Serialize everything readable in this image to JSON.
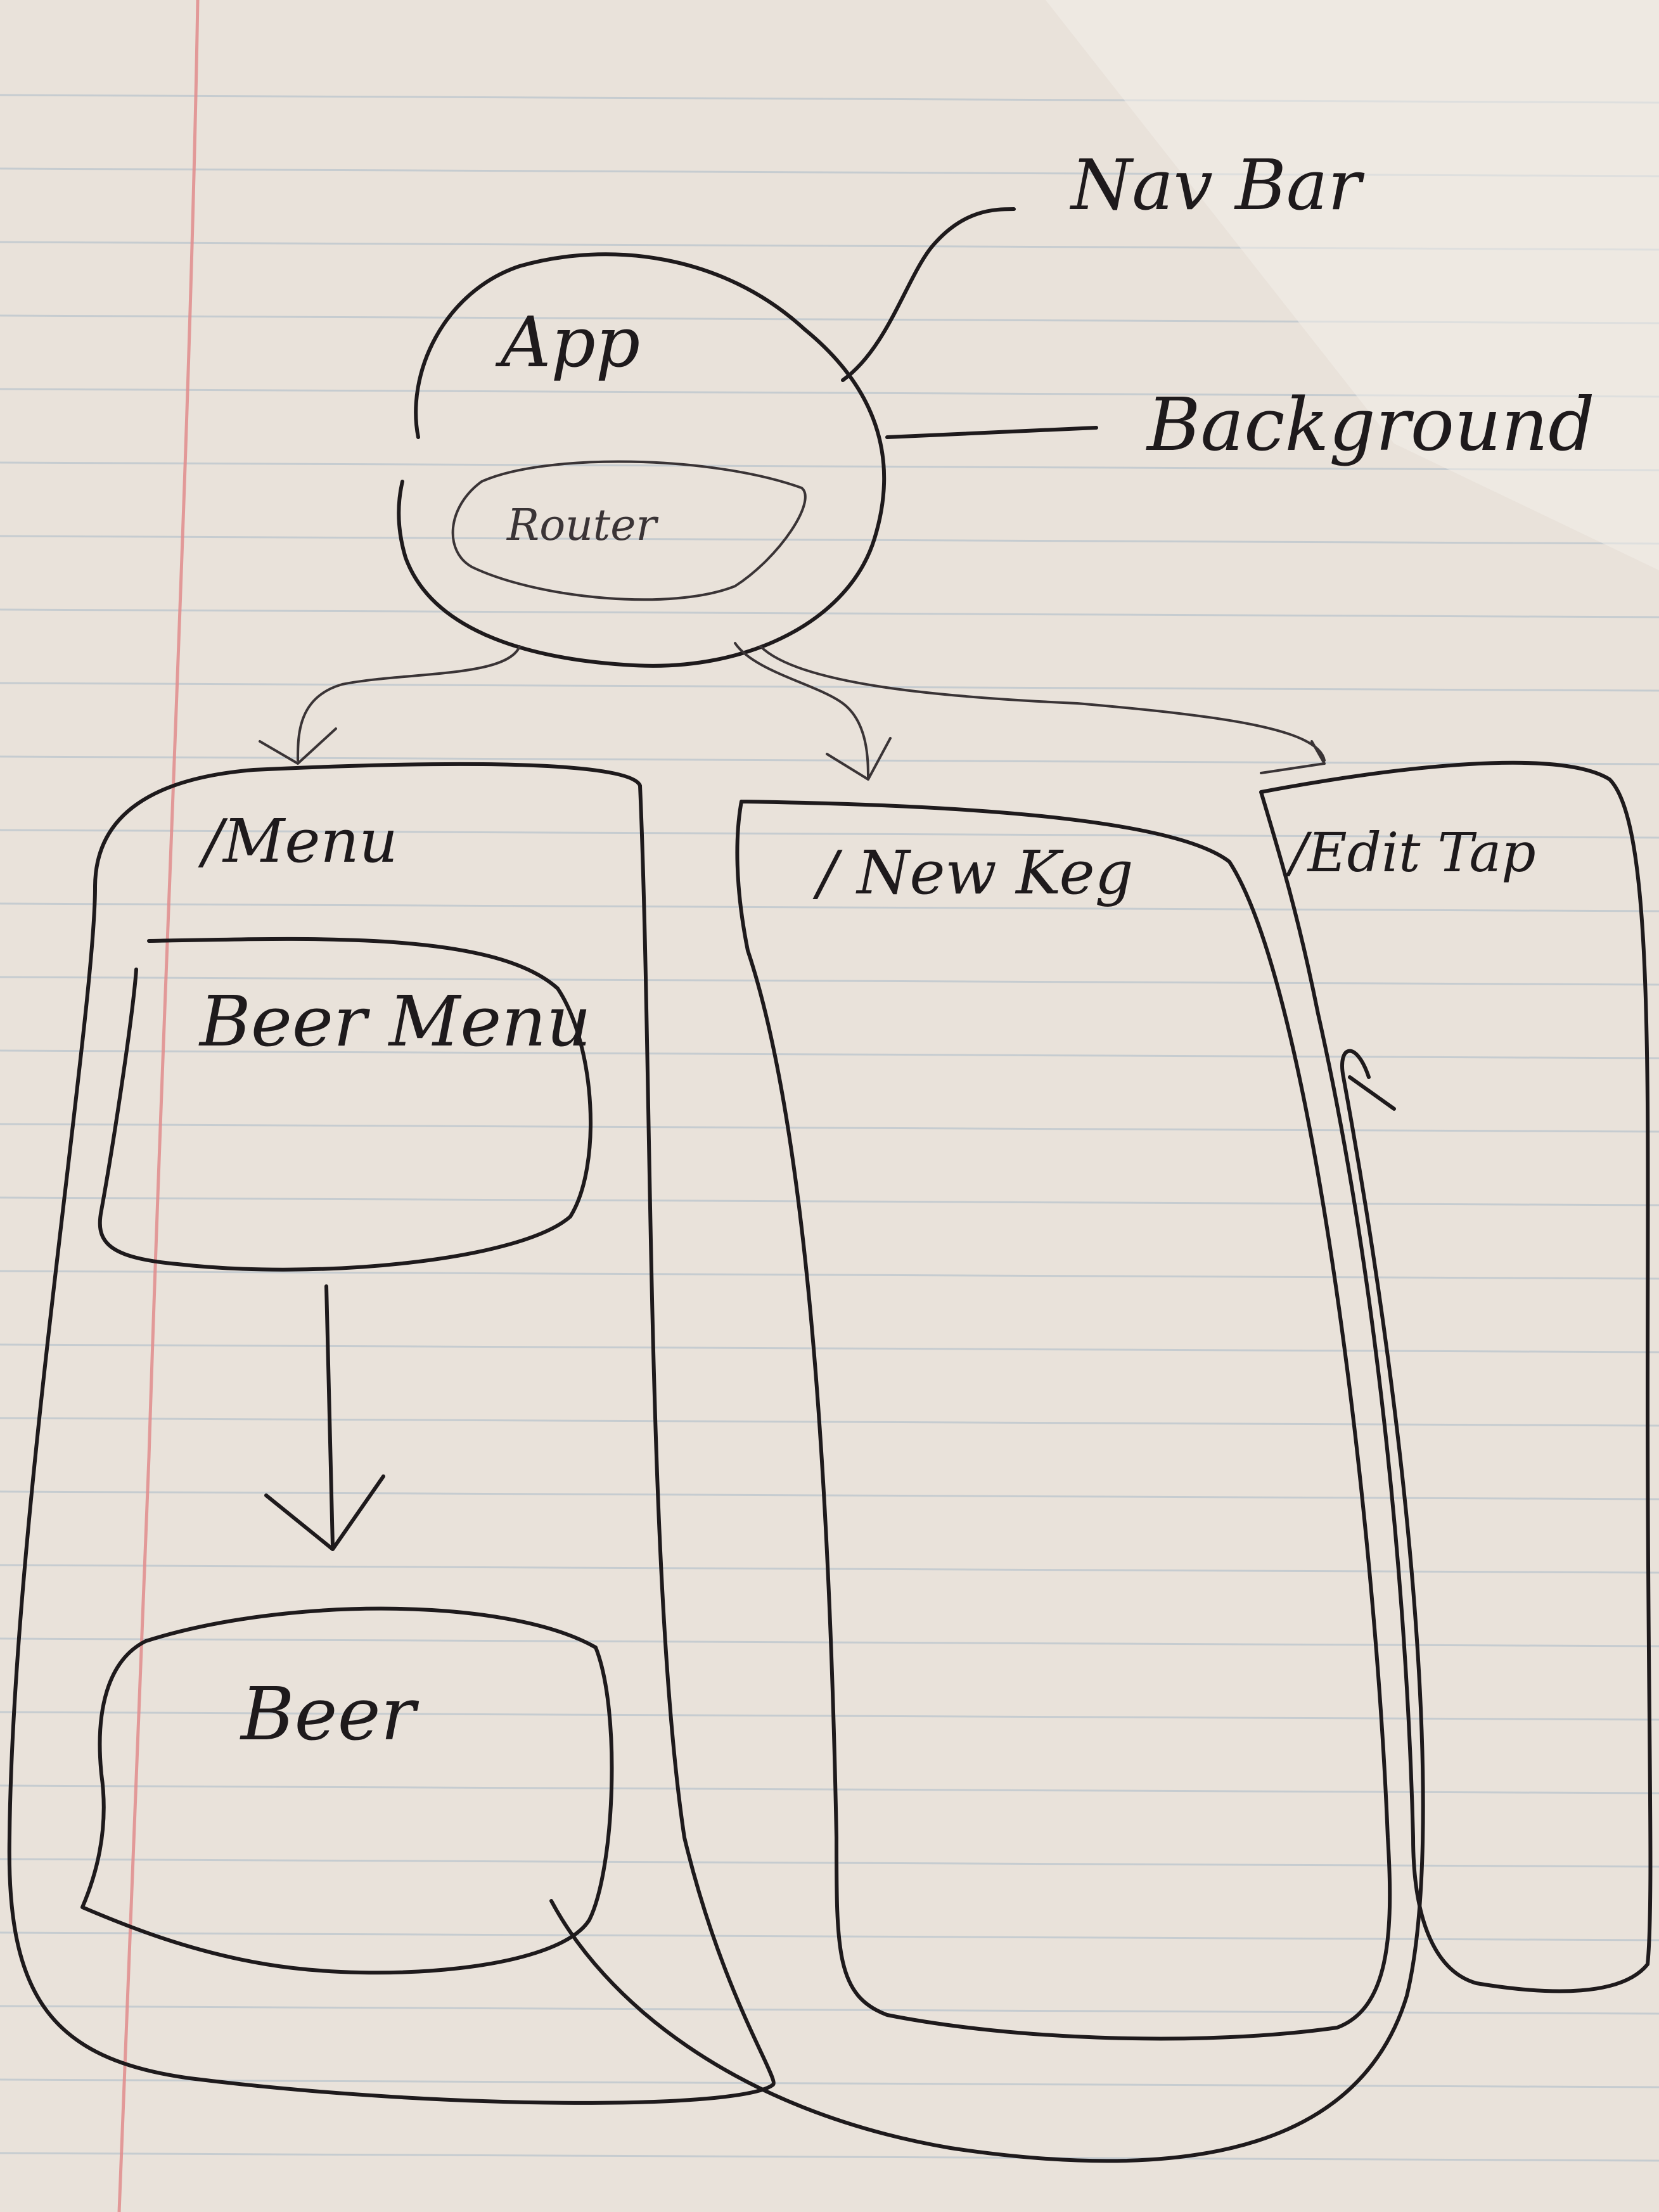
{
  "paper": {
    "background_color": "#e9e2da",
    "rule_line_color": "#b7c3cc",
    "margin_line_color": "#e08c8c",
    "ink_color": "#1e1a1c"
  },
  "nodes": {
    "app": "App",
    "router": "Router",
    "nav_bar": "Nav Bar",
    "background": "Background",
    "menu_route": "/Menu",
    "beer_menu": "Beer Menu",
    "beer": "Beer",
    "new_keg_route": "/ New Keg",
    "edit_tap_route": "/Edit Tap"
  }
}
